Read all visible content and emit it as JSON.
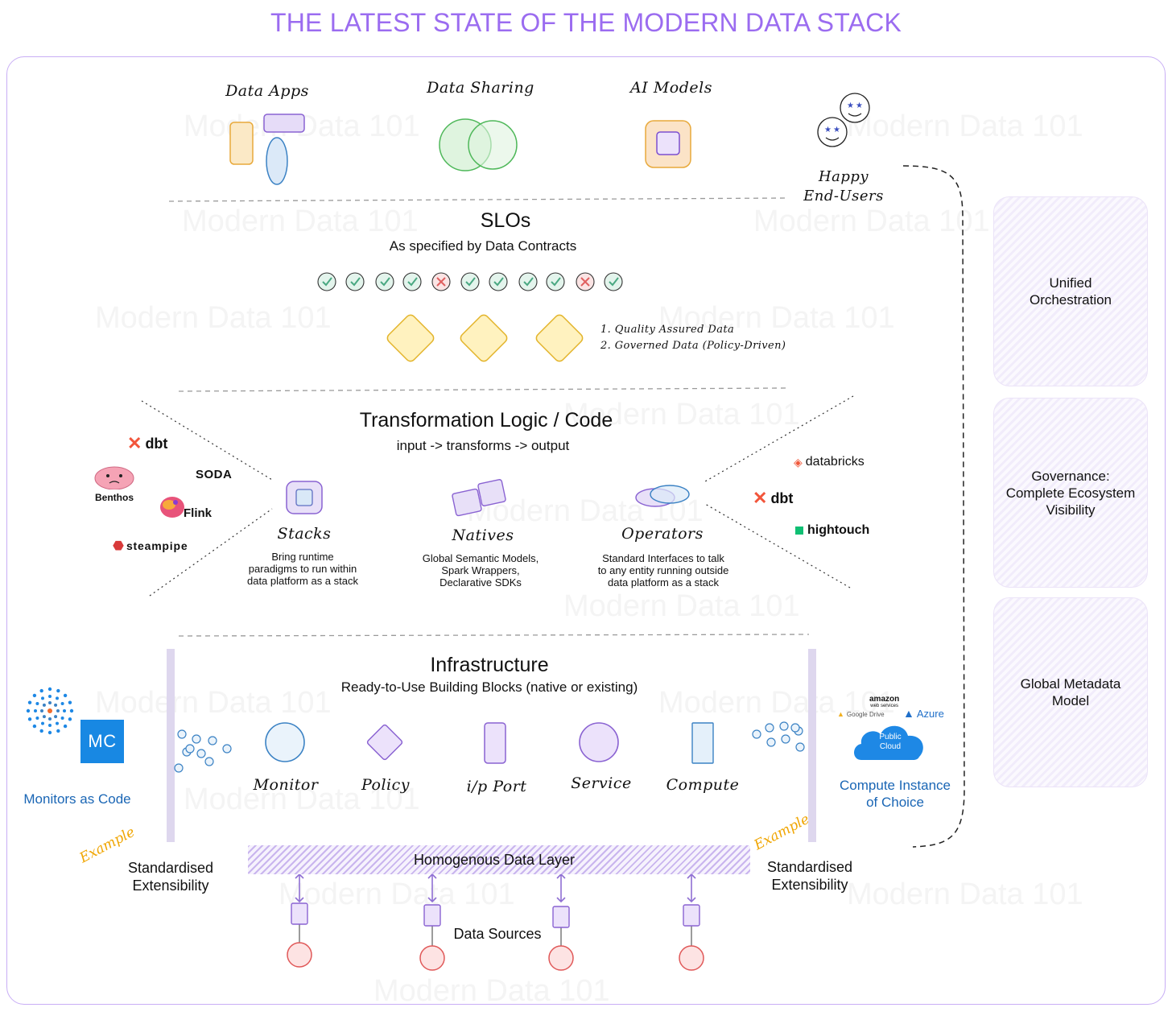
{
  "title": "THE LATEST STATE OF THE MODERN DATA STACK",
  "watermark": "Modern Data 101",
  "top_row": {
    "data_apps": "Data Apps",
    "data_sharing": "Data Sharing",
    "ai_models": "AI Models",
    "end_users": "Happy\nEnd-Users"
  },
  "slo": {
    "title": "SLOs",
    "subtitle": "As specified by Data Contracts",
    "checks": [
      "pass",
      "pass",
      "pass",
      "pass",
      "fail",
      "pass",
      "pass",
      "pass",
      "pass",
      "fail",
      "pass"
    ],
    "list_1": "1. Quality Assured Data",
    "list_2": "2. Governed Data (Policy-Driven)"
  },
  "transformation": {
    "title": "Transformation Logic / Code",
    "subtitle": "input -> transforms -> output",
    "stacks": {
      "label": "Stacks",
      "desc": "Bring runtime\nparadigms to run within\ndata platform as a stack"
    },
    "natives": {
      "label": "Natives",
      "desc": "Global Semantic Models,\nSpark Wrappers,\nDeclarative SDKs"
    },
    "operators": {
      "label": "Operators",
      "desc": "Standard Interfaces to talk\nto any entity running outside\ndata platform as a stack"
    },
    "left_logos": [
      "dbt",
      "SODA",
      "Benthos",
      "Flink",
      "steampipe"
    ],
    "right_logos": [
      "databricks",
      "dbt",
      "hightouch"
    ]
  },
  "infrastructure": {
    "title": "Infrastructure",
    "subtitle": "Ready-to-Use Building Blocks (native or existing)",
    "blocks": [
      "Monitor",
      "Policy",
      "i/p Port",
      "Service",
      "Compute"
    ]
  },
  "left_ext": {
    "mc_logo": "MC",
    "caption": "Monitors as Code",
    "example": "Example",
    "label": "Standardised\nExtensibility"
  },
  "right_ext": {
    "cloud_aws": "amazon",
    "cloud_aws_sub": "web services",
    "cloud_gdrive": "Google Drive",
    "cloud_azure": "Azure",
    "cloud_label": "Public\nCloud",
    "caption": "Compute Instance\nof Choice",
    "example": "Example",
    "label": "Standardised\nExtensibility"
  },
  "data_layer": "Homogenous Data Layer",
  "data_sources": "Data Sources",
  "side_panels": [
    "Unified\nOrchestration",
    "Governance:\nComplete Ecosystem\nVisibility",
    "Global Metadata\nModel"
  ],
  "colors": {
    "title": "#9b6cf0",
    "frame": "#c8aef5",
    "check": "#4aa882",
    "fail": "#e06060",
    "diamond": "#f2c744",
    "source": "#e05858",
    "caption_blue": "#1a66b5",
    "example": "#f0a500"
  }
}
